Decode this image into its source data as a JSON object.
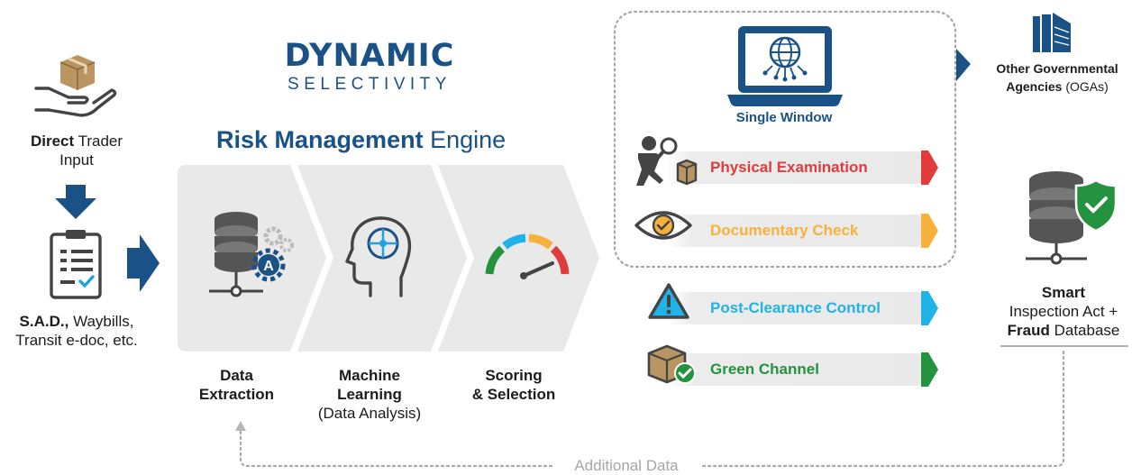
{
  "logo": {
    "line1": "DYNAMIC",
    "line2": "SELECTIVITY"
  },
  "engine": {
    "title_bold": "Risk Management",
    "title_light": "Engine"
  },
  "input": {
    "direct_bold": "Direct",
    "direct_rest": "Trader",
    "direct_line2": "Input",
    "docs_bold": "S.A.D.,",
    "docs_rest": "Waybills,",
    "docs_line2": "Transit e-doc, etc."
  },
  "stages": [
    {
      "line1": "Data",
      "line2": "Extraction",
      "sub": ""
    },
    {
      "line1": "Machine",
      "line2": "Learning",
      "sub": "(Data Analysis)"
    },
    {
      "line1": "Scoring",
      "line2": "& Selection",
      "sub": ""
    }
  ],
  "single_window": {
    "label": "Single Window"
  },
  "channels": [
    {
      "label": "Physical Examination",
      "color": "#e23b3b",
      "icon": "inspector-icon"
    },
    {
      "label": "Documentary Check",
      "color": "#f6b23c",
      "icon": "eye-icon"
    },
    {
      "label": "Post-Clearance Control",
      "color": "#1fb3e8",
      "icon": "warning-icon"
    },
    {
      "label": "Green Channel",
      "color": "#23933f",
      "icon": "approved-box-icon"
    }
  ],
  "oga": {
    "line1": "Other Governmental",
    "line2_bold": "Agencies",
    "line2_rest": "(OGAs)"
  },
  "database": {
    "line1": "Smart",
    "line2": "Inspection Act +",
    "line3_bold": "Fraud",
    "line3_rest": "Database"
  },
  "feedback": {
    "label": "Additional Data"
  },
  "colors": {
    "primary": "#1a5288",
    "grey_panel": "#e9e9e9",
    "dotted": "#a8a8a8"
  }
}
